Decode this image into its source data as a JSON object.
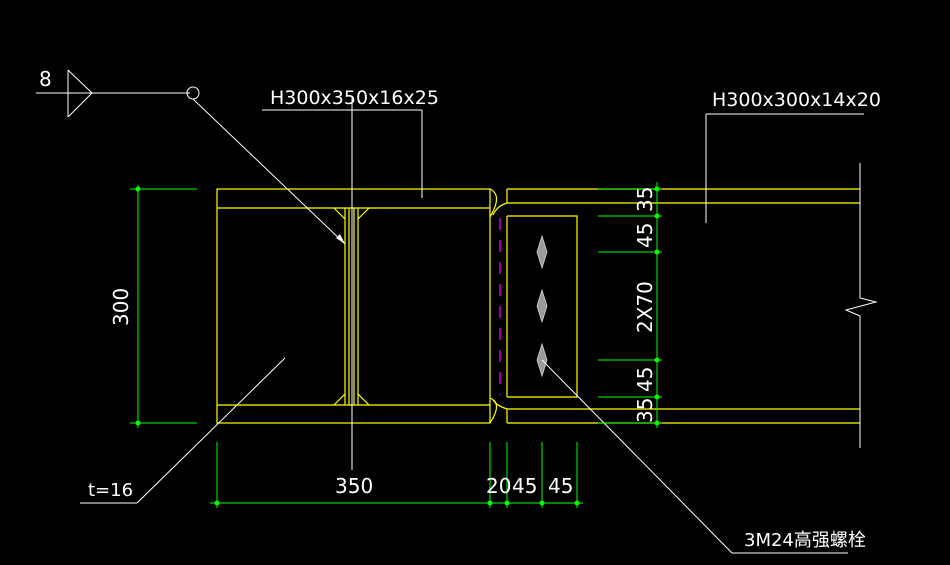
{
  "labels": {
    "weld_size": "8",
    "column_section": "H300x350x16x25",
    "beam_section": "H300x300x14x20",
    "height_dim": "300",
    "plate_thickness": "t=16",
    "dim_350": "350",
    "dim_20": "20",
    "dim_45a": "45",
    "dim_45b": "45",
    "dim_35_top": "35",
    "dim_45_top": "45",
    "dim_2x70": "2X70",
    "dim_45_bot": "45",
    "dim_35_bot": "35",
    "bolts": "3M24高强螺栓"
  },
  "colors": {
    "yellow": "#ffff00",
    "green": "#00ff00",
    "white": "#ffffff",
    "magenta": "#ff00ff",
    "bolt": "#9a9a9a"
  }
}
